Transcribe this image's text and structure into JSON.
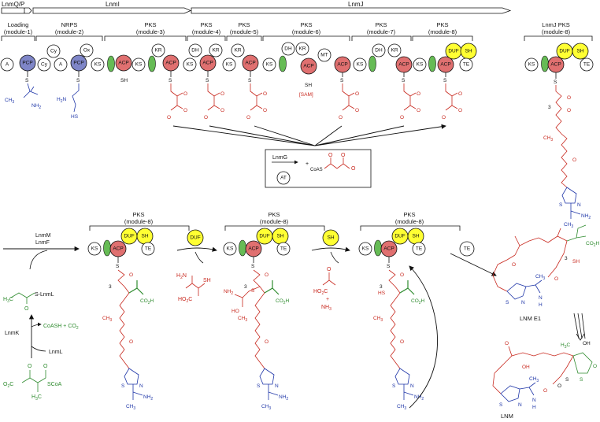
{
  "colors": {
    "red": "#c8281e",
    "blue": "#1f36a8",
    "green": "#2e8b2e",
    "acp_fill": "#e07070",
    "pcp_fill": "#7f86c8",
    "duf_sh_fill": "#ffff33",
    "green_oval": "#66bb55",
    "black": "#111111"
  },
  "genes": [
    {
      "label": "LnmQ/P"
    },
    {
      "label": "LnmI"
    },
    {
      "label": "LnmJ"
    }
  ],
  "module_headers": [
    {
      "top": "Loading",
      "bottom": "(module-1)"
    },
    {
      "top": "NRPS",
      "bottom": "(module-2)"
    },
    {
      "top": "PKS",
      "bottom": "(module-3)"
    },
    {
      "top": "PKS",
      "bottom": "(module-4)"
    },
    {
      "top": "PKS",
      "bottom": "(module-5)"
    },
    {
      "top": "PKS",
      "bottom": "(module-6)"
    },
    {
      "top": "PKS",
      "bottom": "(module-7)"
    },
    {
      "top": "PKS",
      "bottom": "(module-8)"
    }
  ],
  "domains": {
    "A": "A",
    "PCP": "PCP",
    "Cy": "Cy",
    "Ox": "Ox",
    "KS": "KS",
    "ACP": "ACP",
    "KR": "KR",
    "DH": "DH",
    "MT": "MT",
    "DUF": "DUF",
    "SH": "SH",
    "TE": "TE",
    "AT": "AT"
  },
  "labels": {
    "sam": "[SAM]",
    "lnmg": "LnmG",
    "coas": "CoAS",
    "lnmj_pks_top": "LnmJ PKS",
    "lnmj_pks_bottom": "(module-8)",
    "pks": "PKS",
    "module8": "(module-8)",
    "lnmm": "LnmM",
    "lnmf": "LnmF",
    "lnmk": "LnmK",
    "lnml": "LnmL",
    "s_lnml": "S-LnmL",
    "coash": "CoASH + CO",
    "co2_sub": "2",
    "scoa": "SCoA",
    "lnm_e1": "LNM E1",
    "lnm": "LNM",
    "num3": "3",
    "ch3": "CH",
    "h3c": "H",
    "nh2": "NH",
    "h2n": "H",
    "hs": "HS",
    "sh_atom": "SH",
    "co2h": "CO",
    "ho2c": "HO",
    "nh3": "NH",
    "plus": "+",
    "oh": "OH",
    "o": "O",
    "s": "S",
    "n": "N",
    "h": "H",
    "sub2": "2",
    "sub3": "3",
    "c": "C"
  }
}
